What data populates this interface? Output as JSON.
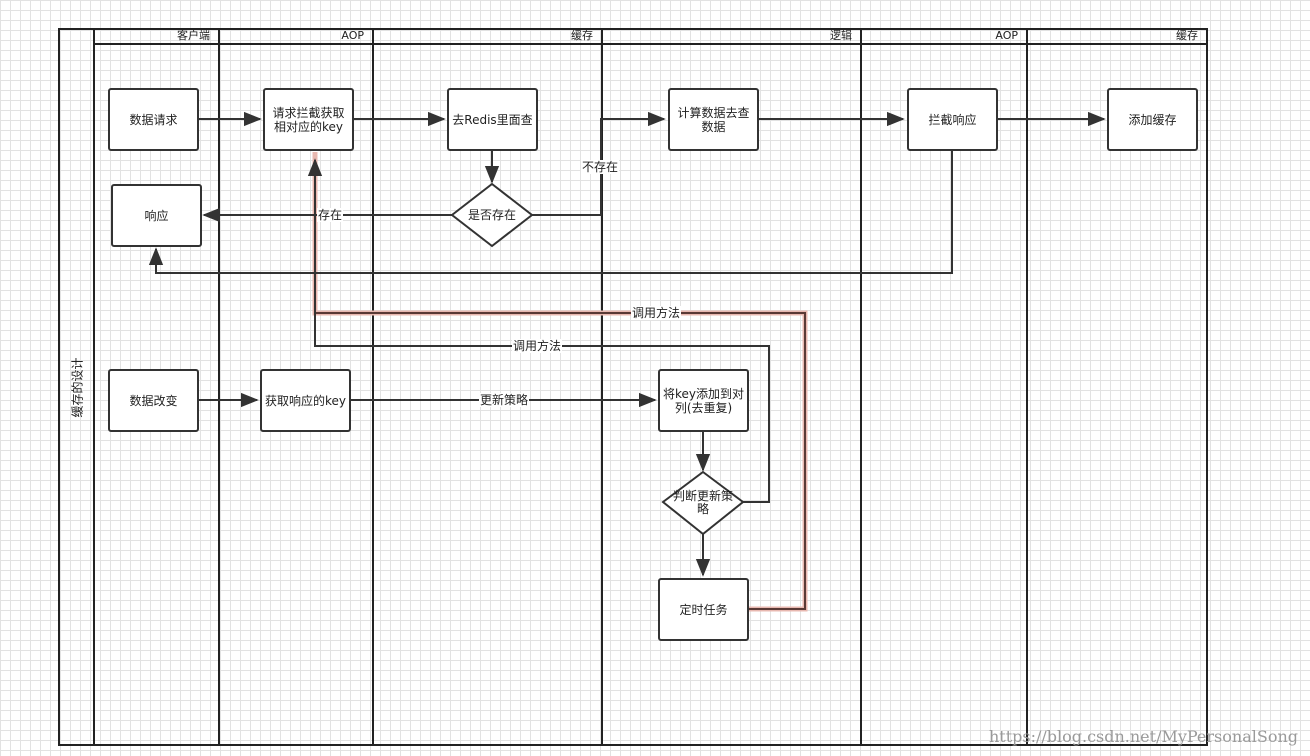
{
  "pool": {
    "title": "缓存的设计"
  },
  "lanes": [
    {
      "id": "client",
      "label": "客户端"
    },
    {
      "id": "aop1",
      "label": "AOP"
    },
    {
      "id": "cache1",
      "label": "缓存"
    },
    {
      "id": "logic",
      "label": "逻辑"
    },
    {
      "id": "aop2",
      "label": "AOP"
    },
    {
      "id": "cache2",
      "label": "缓存"
    }
  ],
  "nodes": {
    "data_request": "数据请求",
    "intercept_request": "请求拦截获取相对应的key",
    "go_redis": "去Redis里面查",
    "compute_data": "计算数据去查数据",
    "intercept_response": "拦截响应",
    "add_cache": "添加缓存",
    "response": "响应",
    "exists_decision": "是否存在",
    "data_change": "数据改变",
    "get_response_key": "获取响应的key",
    "add_key_queue": "将key添加到对列(去重复)",
    "judge_strategy": "判断更新策略",
    "timer_task": "定时任务"
  },
  "edge_labels": {
    "exists": "存在",
    "not_exists": "不存在",
    "update_strategy": "更新策略",
    "call_method_1": "调用方法",
    "call_method_2": "调用方法"
  },
  "watermark": "https://blog.csdn.net/MyPersonalSong",
  "colors": {
    "line": "#333333",
    "highlight_line": "#5a3a36",
    "highlight_glow": "#e8b8b0"
  }
}
